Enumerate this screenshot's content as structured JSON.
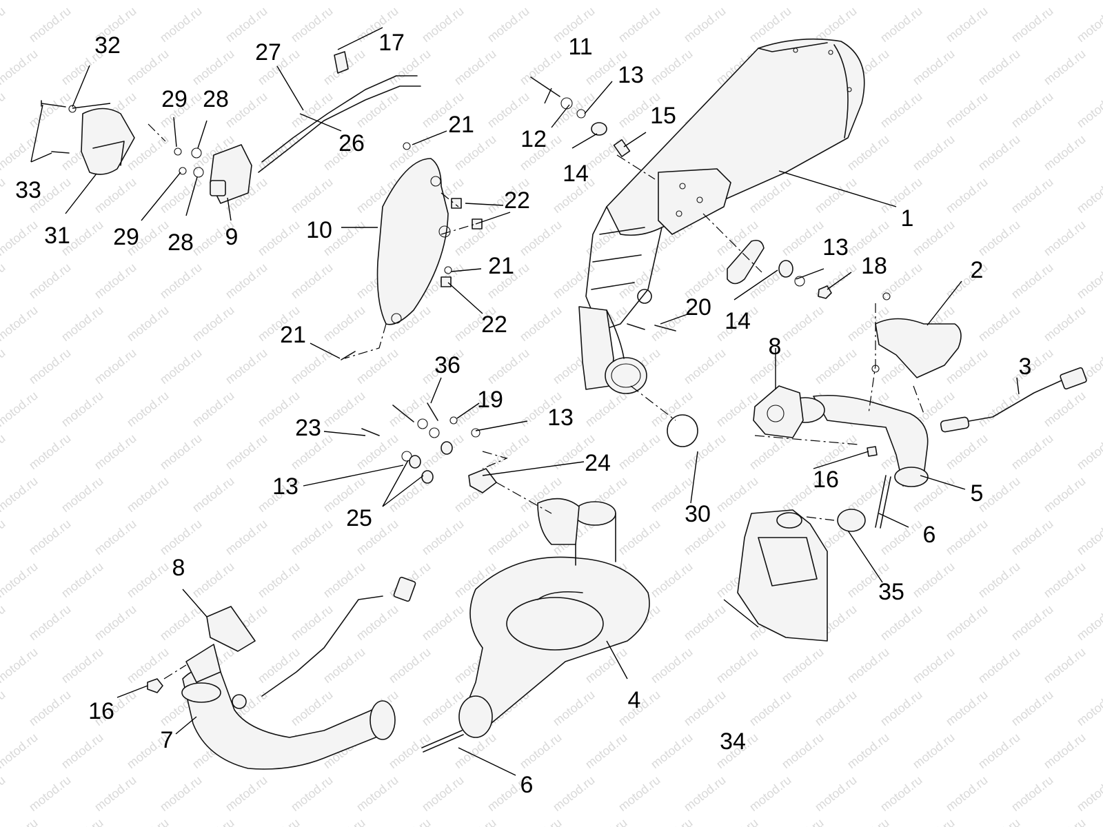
{
  "watermark": "motod.ru",
  "callouts": [
    {
      "id": "c1",
      "label": "1"
    },
    {
      "id": "c2",
      "label": "2"
    },
    {
      "id": "c3",
      "label": "3"
    },
    {
      "id": "c4",
      "label": "4"
    },
    {
      "id": "c5",
      "label": "5"
    },
    {
      "id": "c6a",
      "label": "6"
    },
    {
      "id": "c6b",
      "label": "6"
    },
    {
      "id": "c7",
      "label": "7"
    },
    {
      "id": "c8a",
      "label": "8"
    },
    {
      "id": "c8b",
      "label": "8"
    },
    {
      "id": "c9",
      "label": "9"
    },
    {
      "id": "c10",
      "label": "10"
    },
    {
      "id": "c11",
      "label": "11"
    },
    {
      "id": "c12",
      "label": "12"
    },
    {
      "id": "c13a",
      "label": "13"
    },
    {
      "id": "c13b",
      "label": "13"
    },
    {
      "id": "c13c",
      "label": "13"
    },
    {
      "id": "c13d",
      "label": "13"
    },
    {
      "id": "c14a",
      "label": "14"
    },
    {
      "id": "c14b",
      "label": "14"
    },
    {
      "id": "c15",
      "label": "15"
    },
    {
      "id": "c16a",
      "label": "16"
    },
    {
      "id": "c16b",
      "label": "16"
    },
    {
      "id": "c17",
      "label": "17"
    },
    {
      "id": "c18",
      "label": "18"
    },
    {
      "id": "c19",
      "label": "19"
    },
    {
      "id": "c20",
      "label": "20"
    },
    {
      "id": "c21a",
      "label": "21"
    },
    {
      "id": "c21b",
      "label": "21"
    },
    {
      "id": "c21c",
      "label": "21"
    },
    {
      "id": "c22a",
      "label": "22"
    },
    {
      "id": "c22b",
      "label": "22"
    },
    {
      "id": "c23",
      "label": "23"
    },
    {
      "id": "c24",
      "label": "24"
    },
    {
      "id": "c25",
      "label": "25"
    },
    {
      "id": "c26",
      "label": "26"
    },
    {
      "id": "c27",
      "label": "27"
    },
    {
      "id": "c28a",
      "label": "28"
    },
    {
      "id": "c28b",
      "label": "28"
    },
    {
      "id": "c29a",
      "label": "29"
    },
    {
      "id": "c29b",
      "label": "29"
    },
    {
      "id": "c30",
      "label": "30"
    },
    {
      "id": "c31",
      "label": "31"
    },
    {
      "id": "c32",
      "label": "32"
    },
    {
      "id": "c33",
      "label": "33"
    },
    {
      "id": "c34",
      "label": "34"
    },
    {
      "id": "c35",
      "label": "35"
    },
    {
      "id": "c36",
      "label": "36"
    }
  ]
}
